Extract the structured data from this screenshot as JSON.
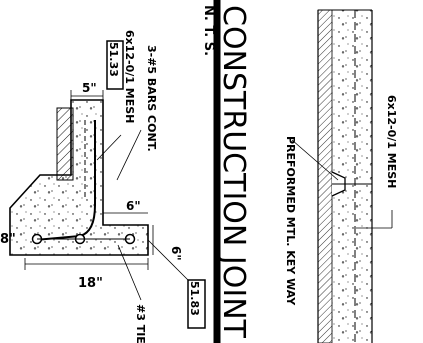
{
  "detail_left": {
    "bars_note": "3-#5 BARS CONT.",
    "mesh_note": "6x12-0/1 MESH",
    "ref_top": "51.33",
    "ref_bottom": "51.83",
    "dim_5": "5\"",
    "dim_6_horizontal": "6\"",
    "dim_6_vertical": "6\"",
    "dim_18": "18\"",
    "dim_8": "8\"",
    "tie_note": "#3 TIE"
  },
  "title_block": {
    "title": "CONSTRUCTION JOINT",
    "scale_note": "N. T. S."
  },
  "detail_right": {
    "mesh_note": "6x12-0/1 MESH",
    "keyway_note": "PREFORMED MTL. KEY WAY"
  }
}
